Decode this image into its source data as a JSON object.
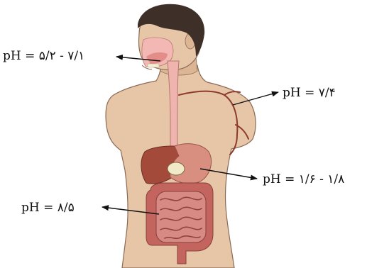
{
  "labels": {
    "mouth": "pH = ۵/۲ - ۷/۱",
    "blood": "pH = ۷/۴",
    "stomach": "pH = ۱/۶ - ۱/۸",
    "intestine": "pH = ۸/۵"
  },
  "colors": {
    "skin": "#e7c6a8",
    "skin_outline": "#8a6a55",
    "hair": "#3e2f29",
    "esophagus": "#f0b4ae",
    "liver": "#a44a3a",
    "stomach": "#d98f80",
    "gallbladder": "#f1e9c7",
    "small_intestine": "#c9706a",
    "large_intestine": "#c4645e",
    "vessel": "#8d3a2c",
    "arrow": "#111111"
  }
}
